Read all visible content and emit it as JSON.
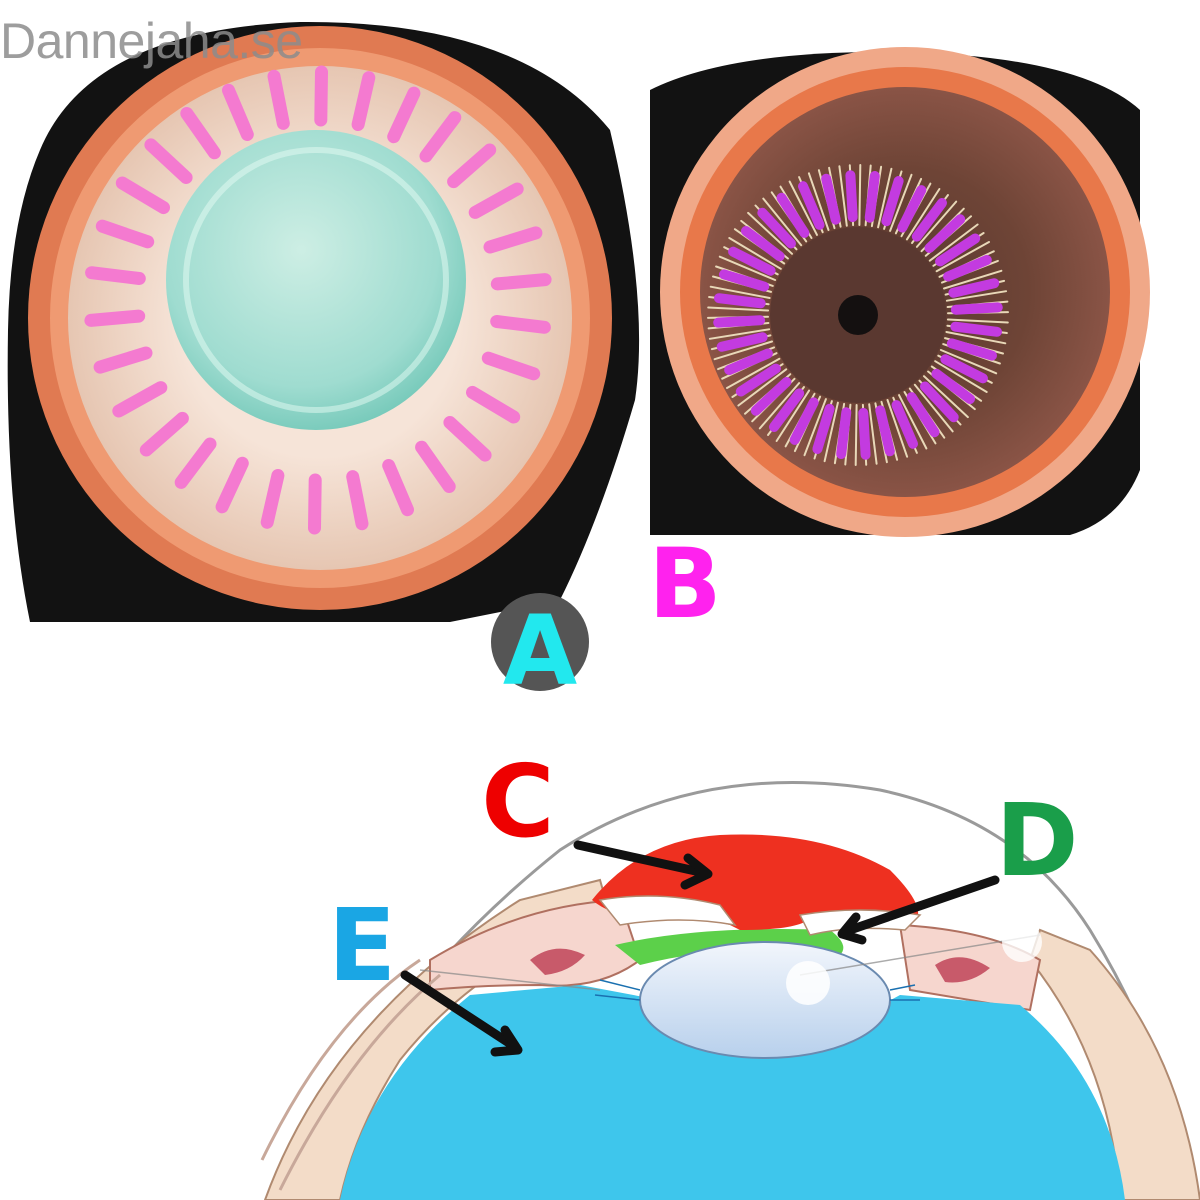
{
  "watermark": "Dannejaha.se",
  "labels": {
    "A": "A",
    "B": "B",
    "C": "C",
    "D": "D",
    "E": "E"
  },
  "colors": {
    "A": "#22e8ee",
    "A_badge": "#555555",
    "B": "#ff22ee",
    "C": "#ee0000",
    "D": "#1a9e4a",
    "E": "#1aa6e4",
    "ciliary_marks_A": "#f47ad0",
    "ciliary_marks_B": "#c33be0",
    "anterior_chamber": "#ee3020",
    "posterior_chamber": "#5cd04a",
    "vitreous": "#3ec6ec",
    "lens": "#d6e6f6"
  }
}
